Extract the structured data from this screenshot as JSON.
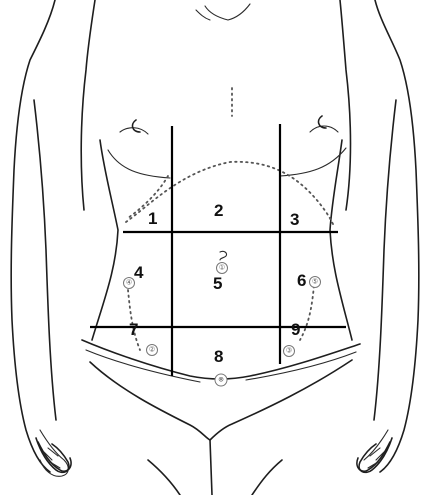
{
  "regions": [
    {
      "id": "1",
      "label": "1"
    },
    {
      "id": "2",
      "label": "2"
    },
    {
      "id": "3",
      "label": "3"
    },
    {
      "id": "4",
      "label": "4"
    },
    {
      "id": "5",
      "label": "5"
    },
    {
      "id": "6",
      "label": "6"
    },
    {
      "id": "7",
      "label": "7"
    },
    {
      "id": "8",
      "label": "8"
    },
    {
      "id": "9",
      "label": "9"
    }
  ],
  "markers": [
    {
      "id": "m1",
      "label": "①"
    },
    {
      "id": "m2",
      "label": "②"
    },
    {
      "id": "m3",
      "label": "③"
    },
    {
      "id": "m4",
      "label": "④"
    },
    {
      "id": "m5",
      "label": "⑤"
    },
    {
      "id": "mx",
      "label": "⊗"
    }
  ]
}
